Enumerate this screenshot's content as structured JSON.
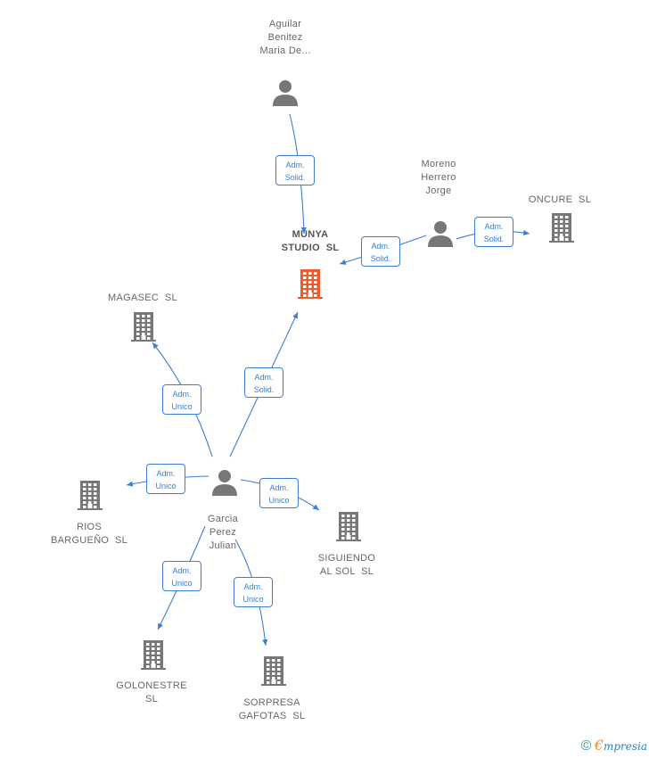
{
  "nodes": [
    {
      "id": "munya",
      "type": "company",
      "highlight": true,
      "lines": [
        "MUNYA",
        "STUDIO  SL"
      ],
      "color": "#f05a28"
    },
    {
      "id": "aguilar",
      "type": "person",
      "lines": [
        "Aguilar",
        "Benitez",
        "Maria De..."
      ]
    },
    {
      "id": "moreno",
      "type": "person",
      "lines": [
        "Moreno",
        "Herrero",
        "Jorge"
      ]
    },
    {
      "id": "oncure",
      "type": "company",
      "lines": [
        "ONCURE  SL"
      ]
    },
    {
      "id": "magasec",
      "type": "company",
      "lines": [
        "MAGASEC  SL"
      ]
    },
    {
      "id": "garcia",
      "type": "person",
      "lines": [
        "Garcia",
        "Perez",
        "Julian"
      ]
    },
    {
      "id": "rios",
      "type": "company",
      "lines": [
        "RIOS",
        "BARGUEÑO  SL"
      ]
    },
    {
      "id": "siguiendo",
      "type": "company",
      "lines": [
        "SIGUIENDO",
        "AL SOL  SL"
      ]
    },
    {
      "id": "golonestre",
      "type": "company",
      "lines": [
        "GOLONESTRE",
        "SL"
      ]
    },
    {
      "id": "sorpresa",
      "type": "company",
      "lines": [
        "SORPRESA",
        "GAFOTAS  SL"
      ]
    }
  ],
  "edges": [
    {
      "from": "aguilar",
      "to": "munya",
      "label": [
        "Adm.",
        "Solid."
      ]
    },
    {
      "from": "moreno",
      "to": "munya",
      "label": [
        "Adm.",
        "Solid."
      ]
    },
    {
      "from": "moreno",
      "to": "oncure",
      "label": [
        "Adm.",
        "Solid."
      ]
    },
    {
      "from": "garcia",
      "to": "munya",
      "label": [
        "Adm.",
        "Solid."
      ]
    },
    {
      "from": "garcia",
      "to": "magasec",
      "label": [
        "Adm.",
        "Unico"
      ]
    },
    {
      "from": "garcia",
      "to": "rios",
      "label": [
        "Adm.",
        "Unico"
      ]
    },
    {
      "from": "garcia",
      "to": "siguiendo",
      "label": [
        "Adm.",
        "Unico"
      ]
    },
    {
      "from": "garcia",
      "to": "golonestre",
      "label": [
        "Adm.",
        "Unico"
      ]
    },
    {
      "from": "garcia",
      "to": "sorpresa",
      "label": [
        "Adm.",
        "Unico"
      ]
    }
  ],
  "colors": {
    "edge": "#3a7fd0",
    "icon": "#777777",
    "highlight": "#f05a28"
  },
  "footer": {
    "symbol": "©",
    "brand_initial": "€",
    "brand_rest": "mpresia"
  }
}
